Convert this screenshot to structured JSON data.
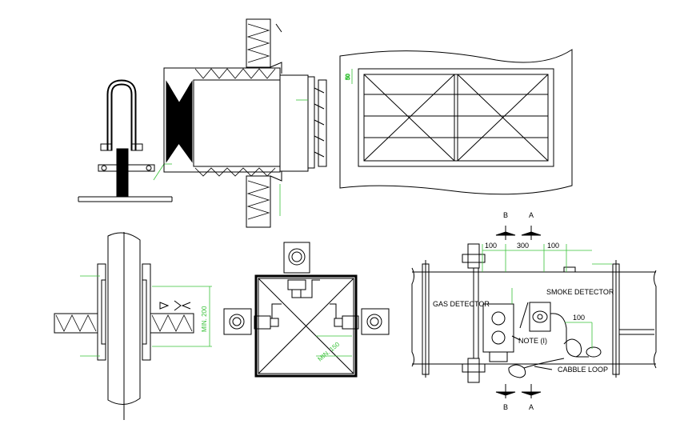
{
  "labels": {
    "section_b_top": "B",
    "section_a_top": "A",
    "section_b_bottom": "B",
    "section_a_bottom": "A",
    "dim_100_left": "100",
    "dim_300": "300",
    "dim_100_right": "100",
    "dim_100_lower": "100",
    "smoke_detector": "SMOKE DETECTOR",
    "gas_detector": "GAS DETECTOR",
    "note": "NOTE (I)",
    "cable_loop": "CABBLE LOOP",
    "min_150": "MIN. 150",
    "min_200": "MIN. 200",
    "dim_50": "50"
  },
  "colors": {
    "line": "#000000",
    "dimension": "#39c239",
    "background": "#ffffff"
  }
}
